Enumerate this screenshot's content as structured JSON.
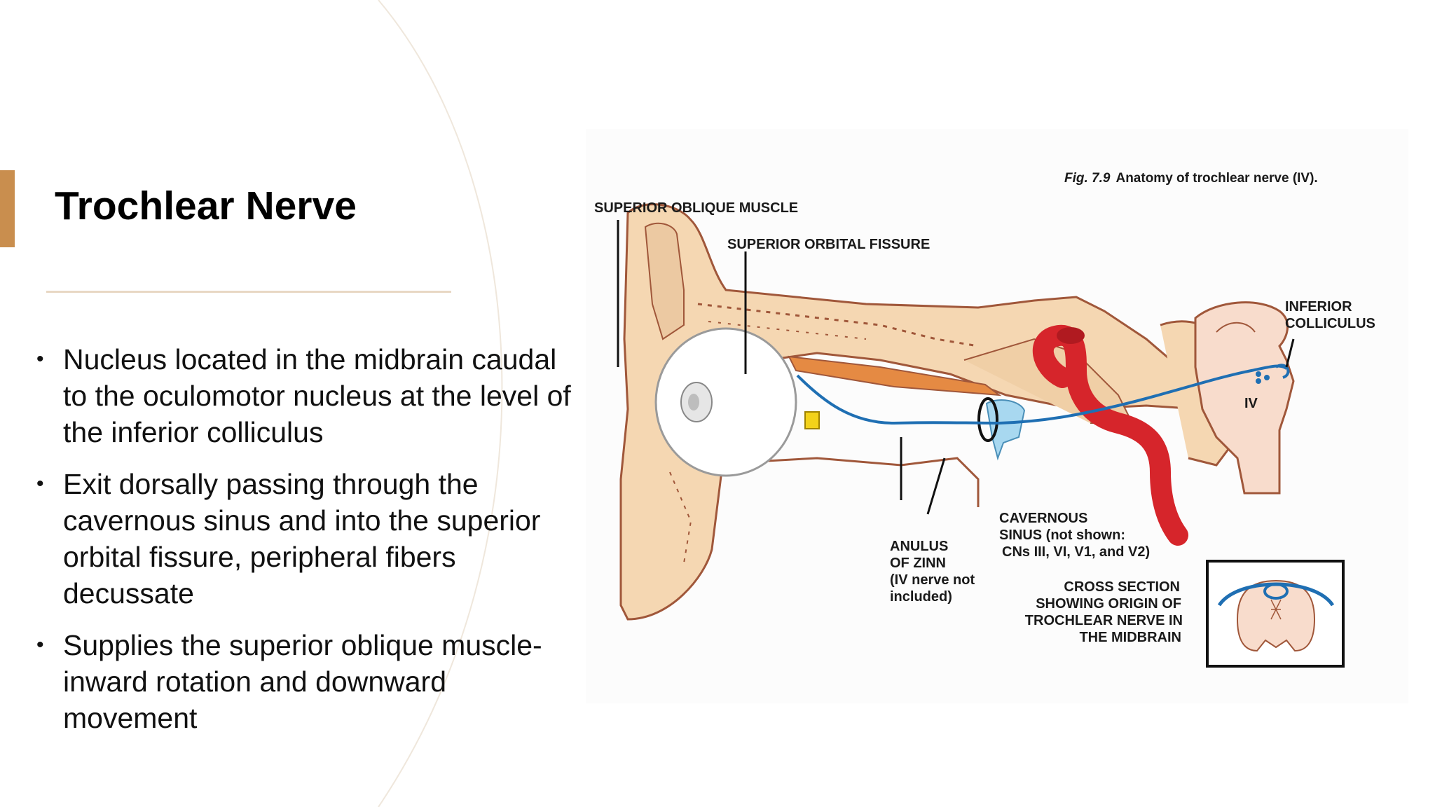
{
  "slide": {
    "title": "Trochlear Nerve",
    "accent_color": "#c98e4e",
    "bullets": [
      "Nucleus located in the midbrain caudal to the oculomotor nucleus at the level of the inferior colliculus",
      "Exit dorsally passing through the cavernous sinus and into the superior orbital fissure, peripheral fibers decussate",
      "Supplies the superior oblique muscle- inward rotation and downward movement"
    ]
  },
  "figure": {
    "caption_fig": "Fig. 7.9",
    "caption_text": "Anatomy of trochlear nerve (IV).",
    "labels": {
      "superior_oblique": "SUPERIOR OBLIQUE MUSCLE",
      "superior_orbital_fissure": "SUPERIOR ORBITAL FISSURE",
      "inferior_colliculus": [
        "INFERIOR",
        "COLLICULUS"
      ],
      "iv": "IV",
      "anulus": [
        "ANULUS",
        "OF ZINN",
        "(IV nerve not",
        "included)"
      ],
      "cavernous": [
        "CAVERNOUS",
        "SINUS (not shown:",
        "CNs III, VI, V1, and V2)"
      ],
      "cross_section": [
        "CROSS SECTION",
        "SHOWING ORIGIN OF",
        "TROCHLEAR NERVE IN",
        "THE MIDBRAIN"
      ]
    },
    "colors": {
      "bone": "#f5d7b2",
      "bone_outline": "#a0573a",
      "nerve": "#1f6fb3",
      "artery": "#d6252b",
      "muscle": "#e58a43",
      "brainstem": "#f8dccc"
    }
  }
}
